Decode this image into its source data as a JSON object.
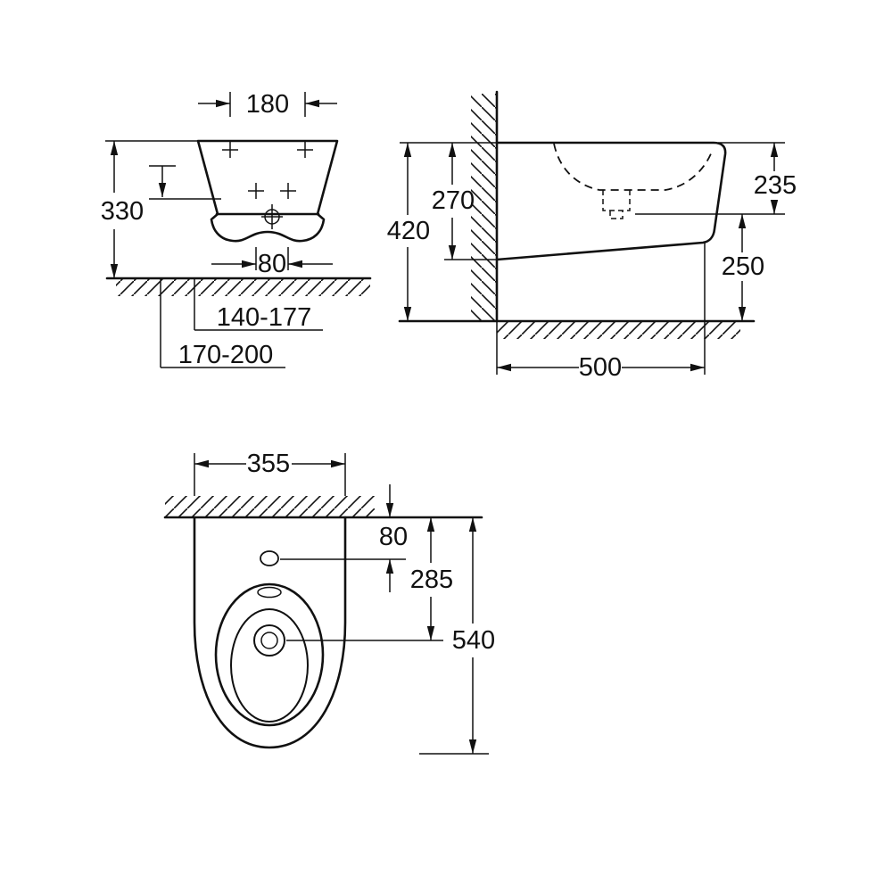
{
  "drawing": {
    "type": "sanitary-ware installation dimensions, three orthographic views (front, side, plan)",
    "colors": {
      "line": "#111111",
      "background": "#ffffff"
    },
    "front": {
      "hole_spacing": "180",
      "height": "330",
      "drain_spacing": "80",
      "floor_range_a": "140-177",
      "floor_range_b": "170-200"
    },
    "side": {
      "overall_height": "420",
      "rear_height": "270",
      "front_height": "235",
      "underside": "250",
      "depth": "500"
    },
    "top": {
      "width": "355",
      "tap_offset": "80",
      "drain_offset": "285",
      "length": "540"
    }
  }
}
